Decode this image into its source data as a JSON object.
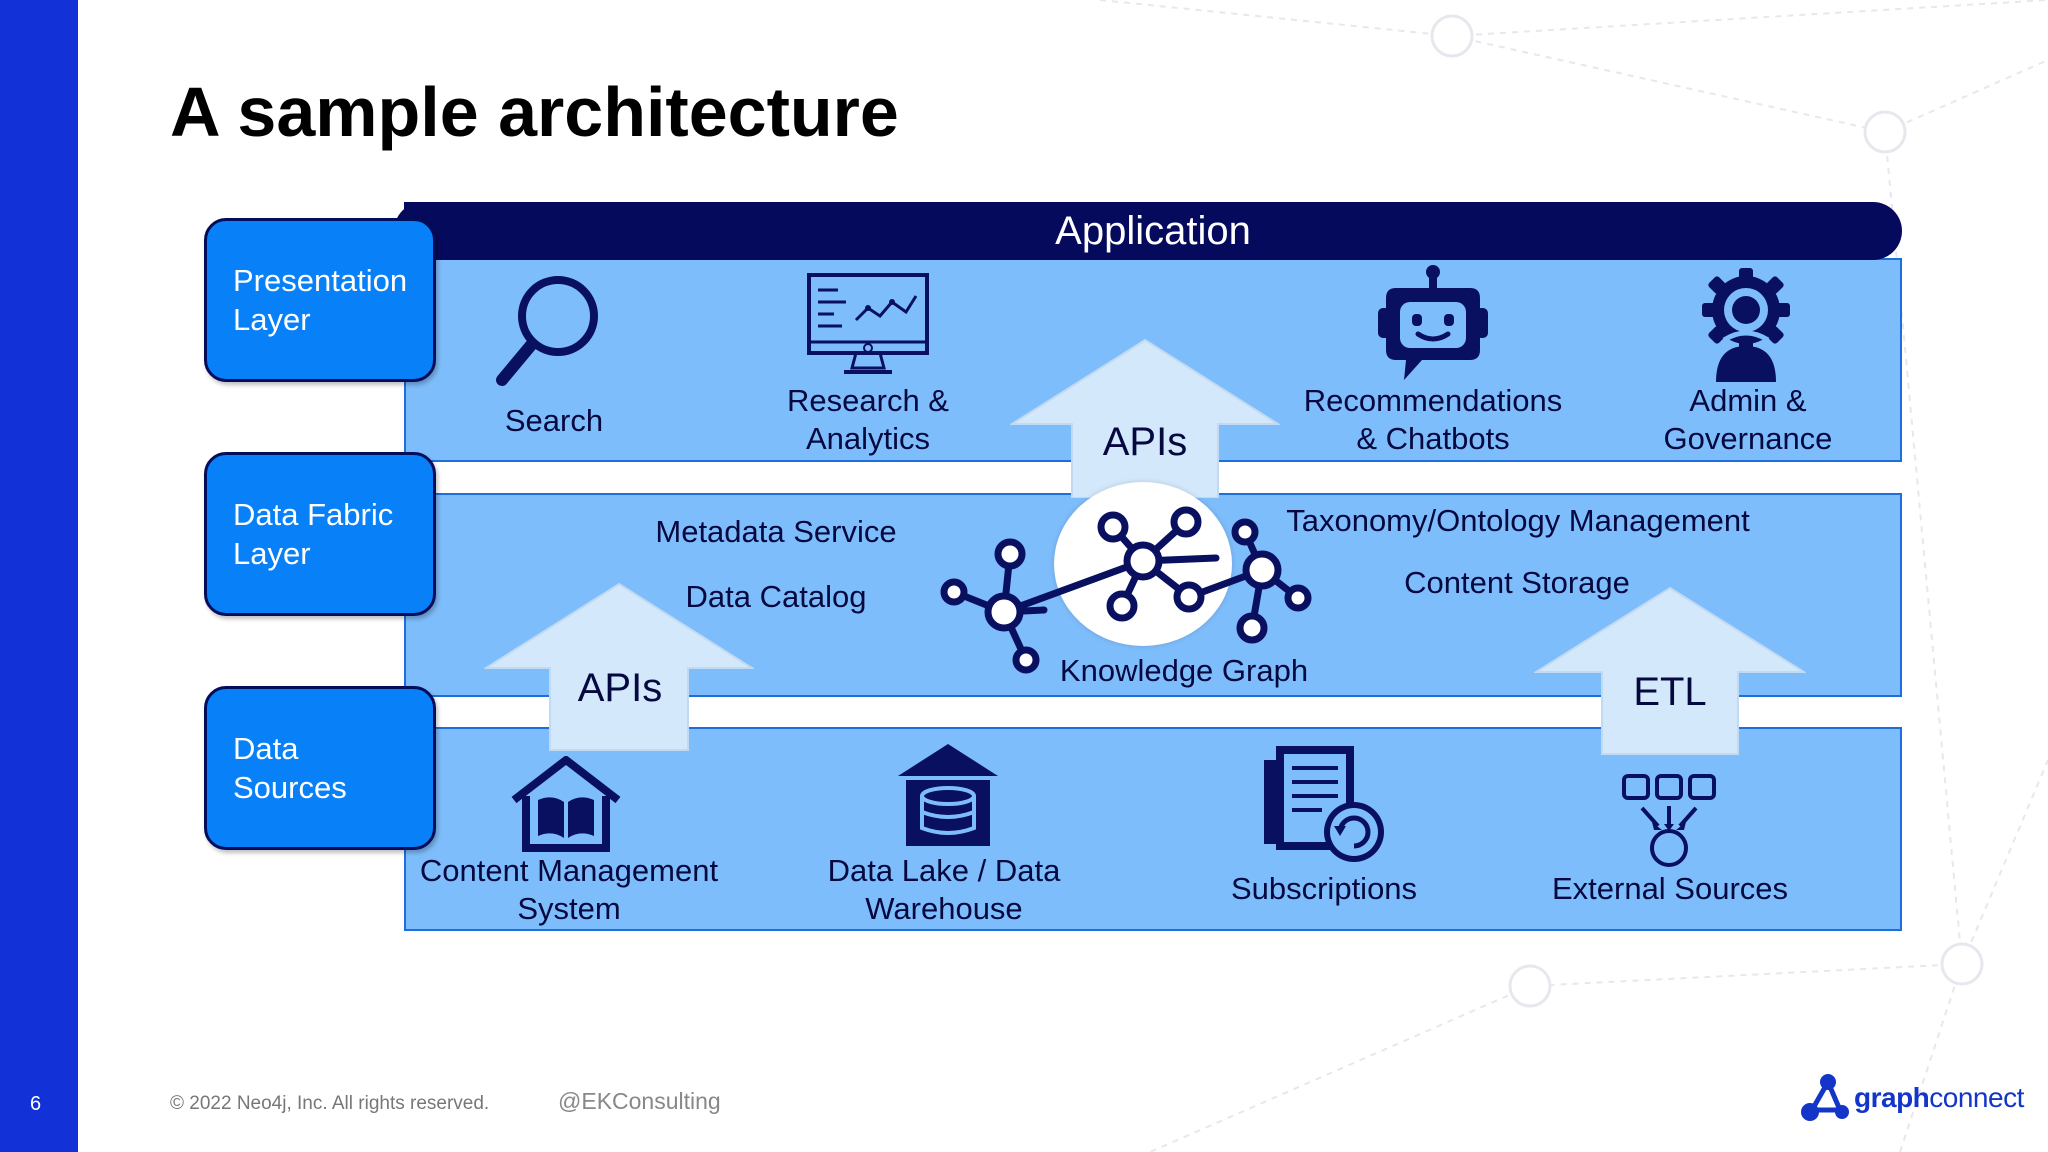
{
  "slide": {
    "title": "A sample architecture",
    "number": "6"
  },
  "application": {
    "label": "Application"
  },
  "layers": {
    "presentation": "Presentation\nLayer",
    "fabric": "Data Fabric\nLayer",
    "sources": "Data\nSources"
  },
  "presentation_items": {
    "search": "Search",
    "research": "Research &\nAnalytics",
    "recommendations": "Recommendations\n& Chatbots",
    "admin": "Admin &\nGovernance"
  },
  "fabric_items": {
    "metadata": "Metadata Service",
    "catalog": "Data Catalog",
    "knowledge_graph": "Knowledge Graph",
    "taxonomy": "Taxonomy/Ontology Management",
    "storage": "Content Storage"
  },
  "source_items": {
    "cms": "Content Management\nSystem",
    "lake": "Data Lake / Data\nWarehouse",
    "subscriptions": "Subscriptions",
    "external": "External Sources"
  },
  "arrows": {
    "top_apis": "APIs",
    "bottom_apis": "APIs",
    "etl": "ETL"
  },
  "footer": {
    "copyright": "© 2022 Neo4j, Inc. All rights reserved.",
    "handle": "@EKConsulting",
    "logo_bold": "graph",
    "logo_light": "connect"
  },
  "colors": {
    "sidebar": "#1232d8",
    "band_fill": "#7ebdfb",
    "layer_box": "#0880f7",
    "header": "#060a5c",
    "icon_navy": "#0a1060",
    "arrow_fill": "#d4e8fc"
  }
}
